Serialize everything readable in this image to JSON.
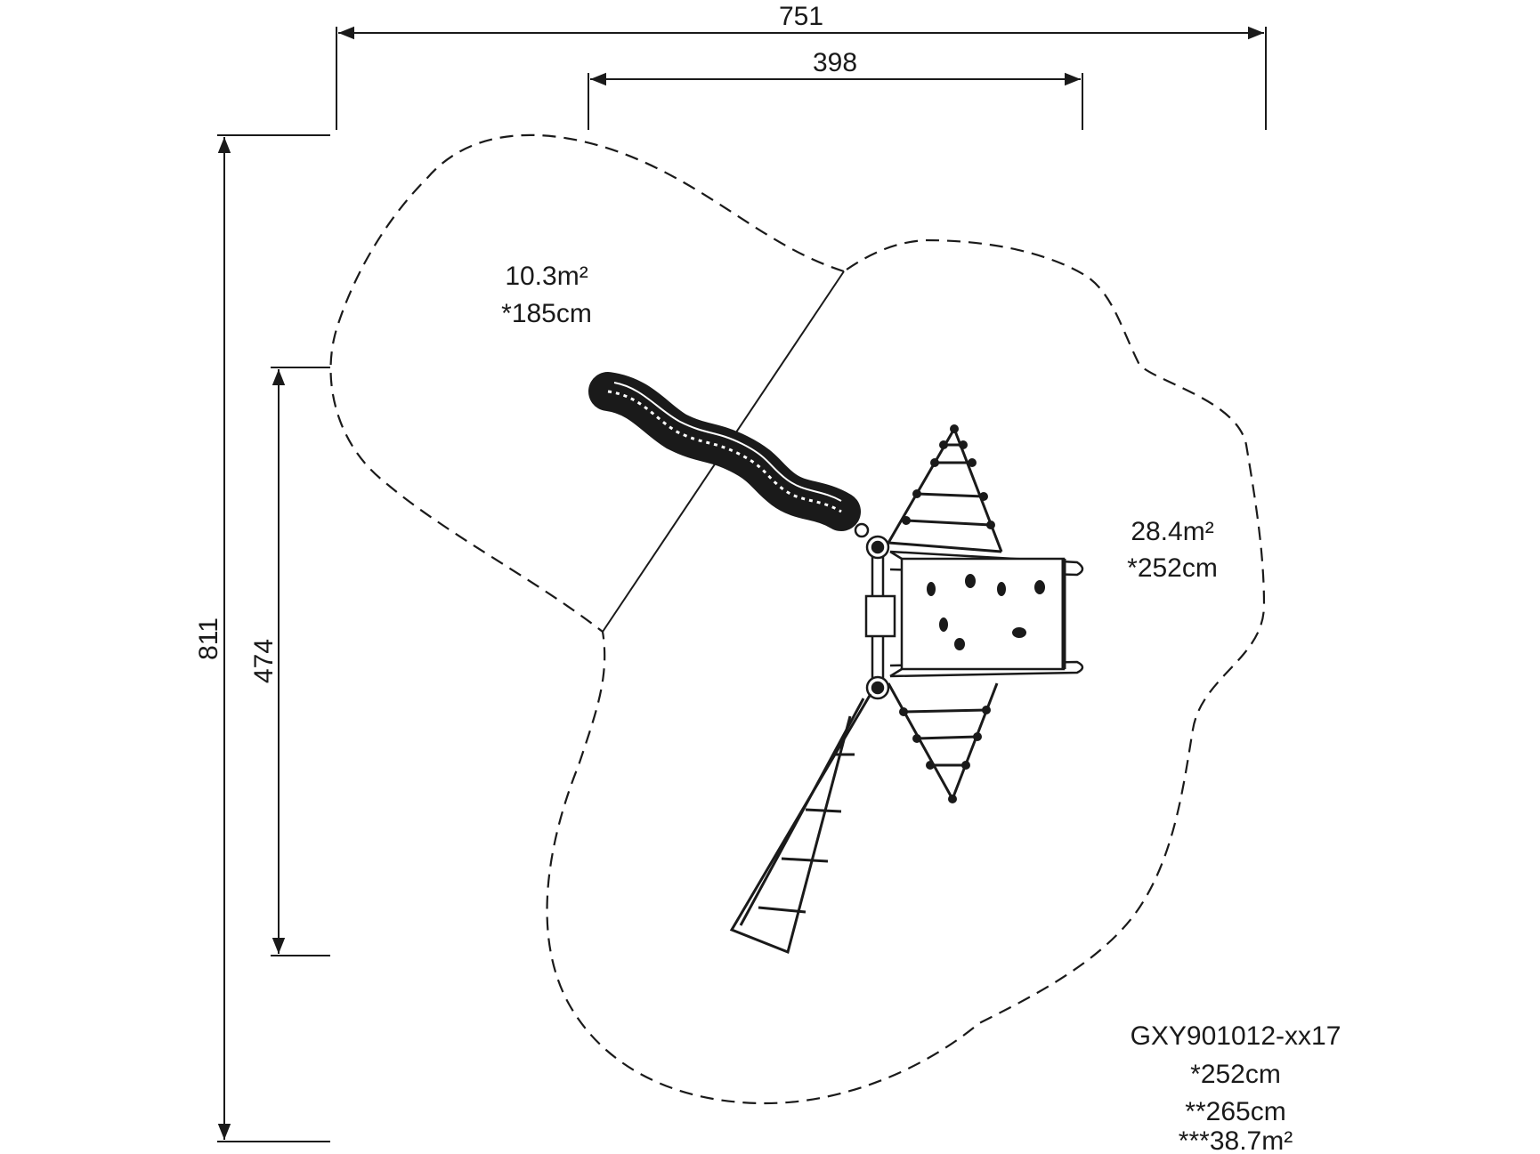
{
  "dimensions": {
    "overall_width": "751",
    "inner_width": "398",
    "overall_height": "811",
    "inner_height": "474"
  },
  "zones": [
    {
      "area": "10.3m²",
      "height": "*185cm"
    },
    {
      "area": "28.4m²",
      "height": "*252cm"
    }
  ],
  "product": {
    "code": "GXY901012-xx17",
    "free_fall_height": "*252cm",
    "total_height": "**265cm",
    "total_area": "***38.7m²"
  },
  "colors": {
    "line": "#1a1a1a",
    "background": "#ffffff"
  }
}
